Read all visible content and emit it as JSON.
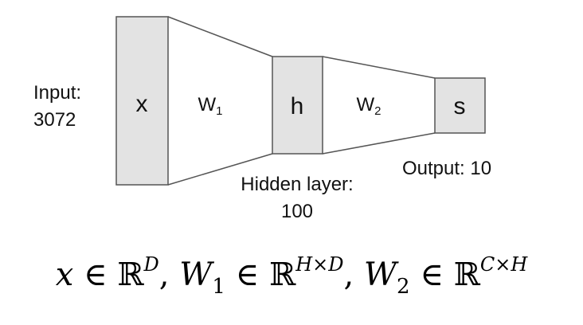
{
  "colors": {
    "box_fill": "#e3e3e3",
    "box_stroke": "#555555",
    "edge_stroke": "#555555",
    "text": "#111111"
  },
  "layers": {
    "input": {
      "letter": "x",
      "label_line1": "Input:",
      "label_line2": "3072"
    },
    "hidden": {
      "letter": "h",
      "label_line1": "Hidden layer:",
      "label_line2": "100"
    },
    "output": {
      "letter": "s",
      "label": "Output: 10"
    }
  },
  "weights": {
    "w1": {
      "letter": "W",
      "subscript": "1"
    },
    "w2": {
      "letter": "W",
      "subscript": "2"
    }
  },
  "formula": {
    "x": "x",
    "in": "∈",
    "reals": "ℝ",
    "dim_x": "D",
    "comma": ",",
    "w": "W",
    "w1_sub": "1",
    "dim_w1": "H×D",
    "w2_sub": "2",
    "dim_w2": "C×H"
  }
}
